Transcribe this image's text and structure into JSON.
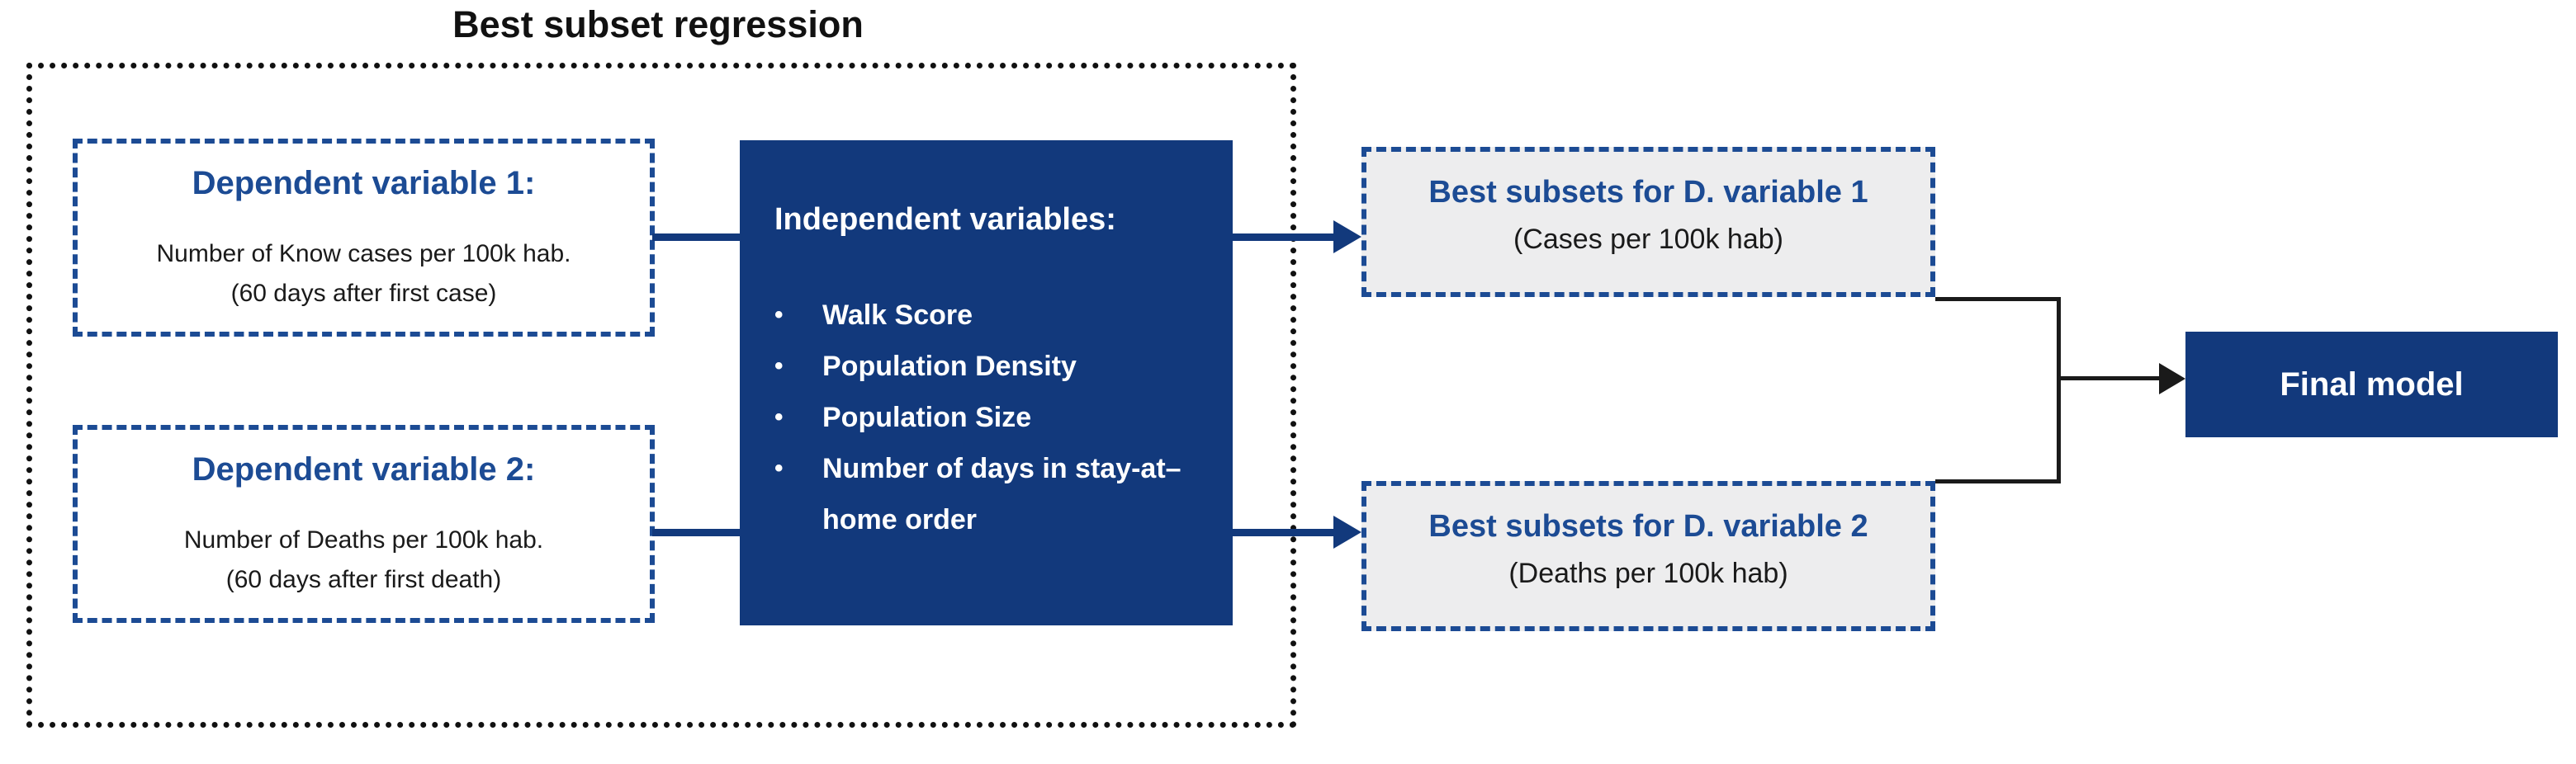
{
  "diagram": {
    "title": "Best subset regression",
    "bullet": "•",
    "colors": {
      "navy_fill": "#12397c",
      "dashed_border_blue": "#1c4b94",
      "result_box_gray": "#ededee",
      "line_black": "#1a1a1a"
    },
    "dep1": {
      "title": "Dependent variable 1:",
      "line1": "Number of Know cases per 100k hab.",
      "line2": "(60 days after first case)"
    },
    "dep2": {
      "title": "Dependent variable 2:",
      "line1": "Number of Deaths per 100k hab.",
      "line2": "(60 days after first death)"
    },
    "independent": {
      "title": "Independent variables:",
      "items": [
        "Walk Score",
        "Population Density",
        "Population Size",
        "Number of days in stay-at–home order"
      ]
    },
    "subsets1": {
      "title": "Best subsets for D. variable 1",
      "subtitle": "(Cases per 100k hab)"
    },
    "subsets2": {
      "title": "Best subsets for D. variable 2",
      "subtitle": "(Deaths per 100k hab)"
    },
    "final": {
      "label": "Final model"
    }
  }
}
